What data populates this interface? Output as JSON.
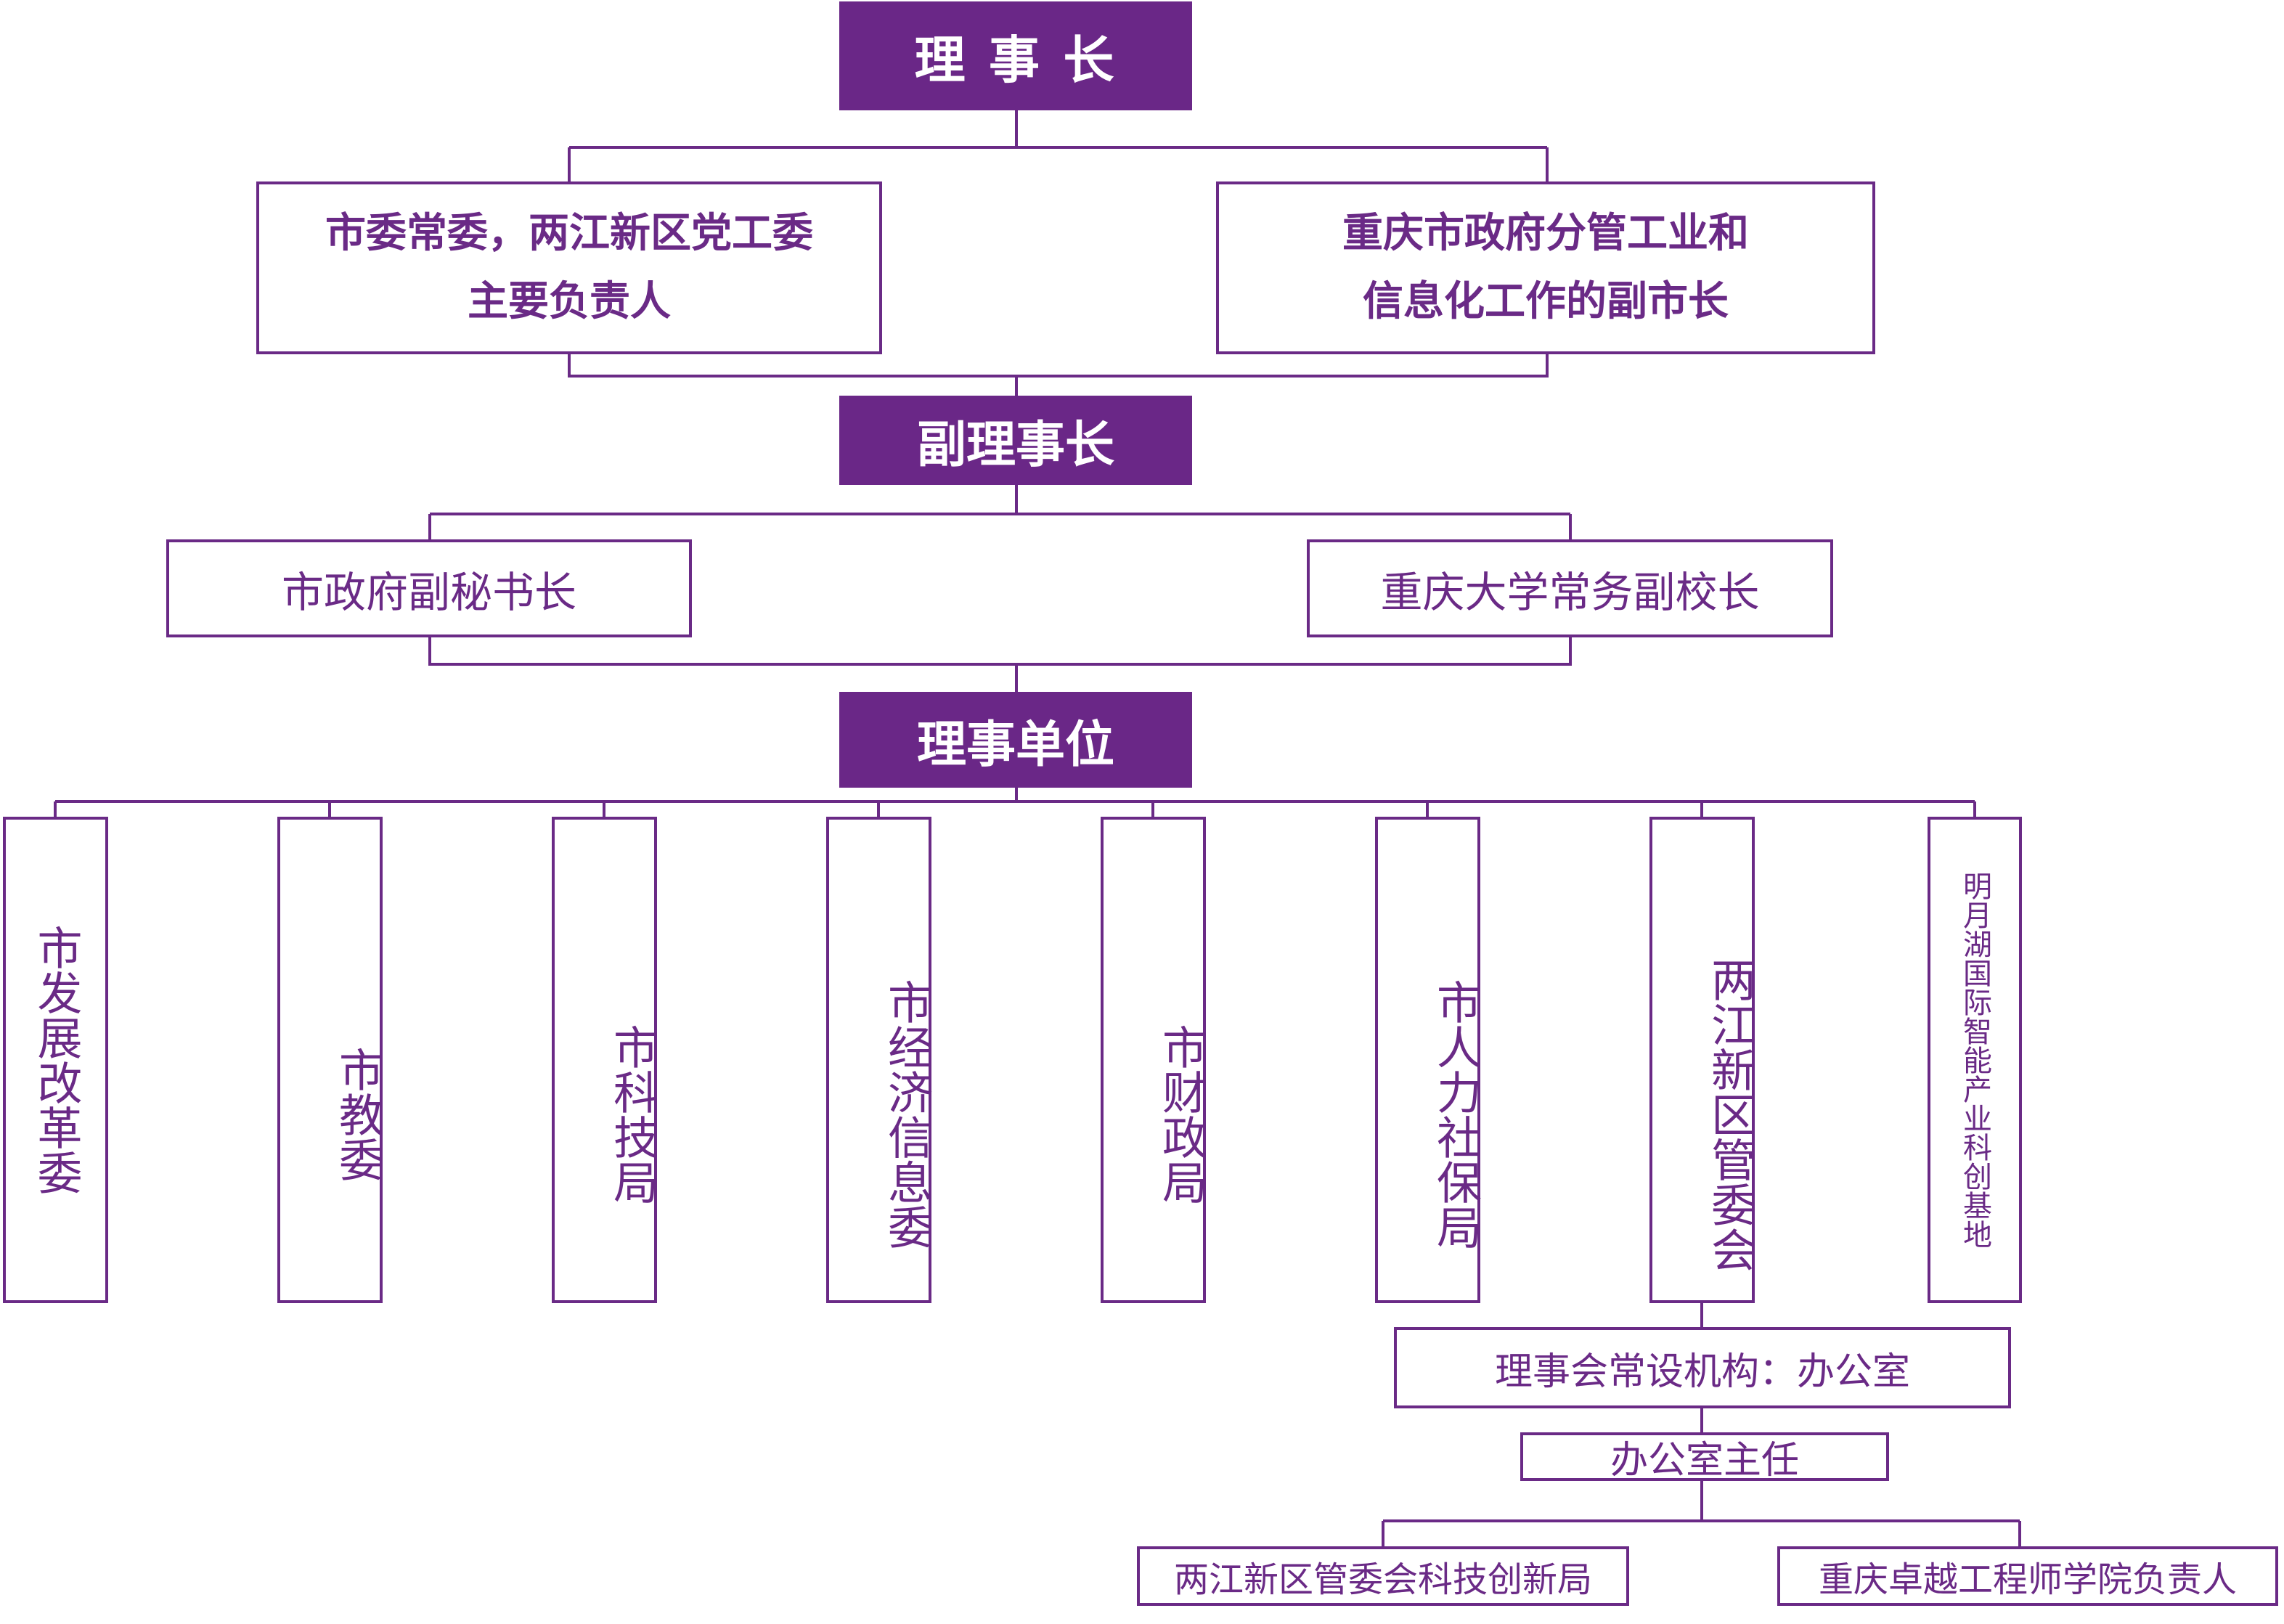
{
  "chairman": "理 事 长",
  "chairman_members": [
    "市委常委，两江新区党工委\n主要负责人",
    "重庆市政府分管工业和\n信息化工作的副市长"
  ],
  "vice_chairman": "副理事长",
  "vice_chairman_members": [
    "市政府副秘书长",
    "重庆大学常务副校长"
  ],
  "member_units_title": "理事单位",
  "member_units": [
    "市发展改革委",
    "市教委",
    "市科技局",
    "市经济信息委",
    "市财政局",
    "市人力社保局",
    "两江新区管委会",
    "明月湖国际智能产业科创基地"
  ],
  "standing_office": "理事会常设机构：办公室",
  "office_director": "办公室主任",
  "office_director_members": [
    "两江新区管委会科技创新局",
    "重庆卓越工程师学院负责人"
  ],
  "colors": {
    "accent": "#6a2787",
    "line": "#6a2a86",
    "background": "#ffffff"
  }
}
